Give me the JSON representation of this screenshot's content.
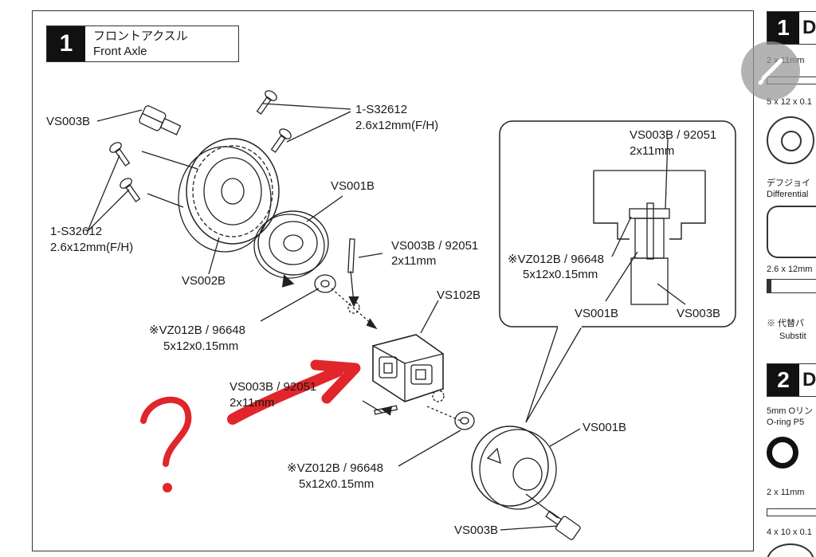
{
  "step1": {
    "number": "1",
    "title_ja": "フロントアクスル",
    "title_en": "Front Axle"
  },
  "labels": {
    "vs003b_top": "VS003B",
    "screw_right_code": "1-S32612",
    "screw_right_size": "2.6x12mm(F/H)",
    "screw_left_code": "1-S32612",
    "screw_left_size": "2.6x12mm(F/H)",
    "vs001b_top": "VS001B",
    "vs002b": "VS002B",
    "pin_code_top": "VS003B / 92051",
    "pin_size_top": "2x11mm",
    "vs102b": "VS102B",
    "shim_code_1": "※VZ012B / 96648",
    "shim_size_1": "5x12x0.15mm",
    "pin_code_mid": "VS003B / 92051",
    "pin_size_mid": "2x11mm",
    "shim_code_2": "※VZ012B / 96648",
    "shim_size_2": "5x12x0.15mm",
    "vs001b_bottom": "VS001B",
    "vs003b_bottom": "VS003B"
  },
  "detail_box": {
    "pin_code": "VS003B / 92051",
    "pin_size": "2x11mm",
    "shim_code": "※VZ012B / 96648",
    "shim_size": "5x12x0.15mm",
    "vs001b": "VS001B",
    "vs003b": "VS003B"
  },
  "annotation": {
    "mark": "?",
    "color": "#e0262b"
  },
  "sidebar": {
    "step1_number": "1",
    "step1_letter": "D",
    "items": [
      "2 x 11mm",
      "5 x 12 x 0.1",
      "デフジョイ",
      "Differential",
      "2.6 x 12mm",
      "※ 代替パ",
      "Substit"
    ],
    "step2_number": "2",
    "step2_letter": "D",
    "items2": [
      "5mm Oリン",
      "O-ring P5",
      "2 x 11mm",
      "4 x 10 x 0.1"
    ]
  },
  "colors": {
    "ink": "#1a1a1a",
    "highlight": "#e0262b",
    "overlay_button": "#969696"
  },
  "icons": {
    "edit": "pencil-icon"
  }
}
